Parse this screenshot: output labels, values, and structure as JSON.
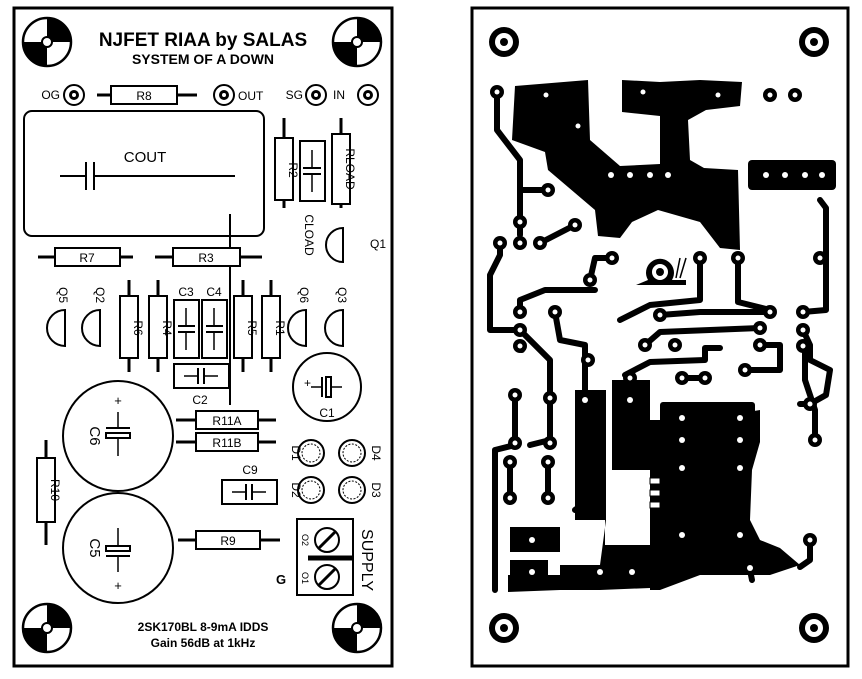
{
  "silkscreen": {
    "title": "NJFET RIAA by SALAS",
    "subtitle": "SYSTEM OF A DOWN",
    "footer_line1": "2SK170BL 8-9mA IDDS",
    "footer_line2": "Gain 56dB at 1kHz",
    "cout_label": "COUT",
    "cload_label": "CLOAD",
    "supply_label": "SUPPLY",
    "g_label": "G",
    "pads": {
      "og": "OG",
      "out": "OUT",
      "sg": "SG",
      "in": "IN",
      "o1": "O1",
      "o2": "O2"
    },
    "resistors": {
      "r1": "R1",
      "r2": "R2",
      "r3": "R3",
      "r4": "R4",
      "r5": "R5",
      "r6": "R6",
      "r7": "R7",
      "r8": "R8",
      "r9": "R9",
      "r10": "R10",
      "r11a": "R11A",
      "r11b": "R11B",
      "rload": "RLOAD"
    },
    "caps": {
      "c1": "C1",
      "c2": "C2",
      "c3": "C3",
      "c4": "C4",
      "c5": "C5",
      "c6": "C6",
      "c9": "C9"
    },
    "semis": {
      "q1": "Q1",
      "q2": "Q2",
      "q3": "Q3",
      "q5": "Q5",
      "q6": "Q6",
      "d1": "D1",
      "d2": "D2",
      "d3": "D3",
      "d4": "D4"
    },
    "plus": "+"
  },
  "colors": {
    "ink": "#000000",
    "paper": "#ffffff",
    "pale": "#bbbbbb"
  }
}
